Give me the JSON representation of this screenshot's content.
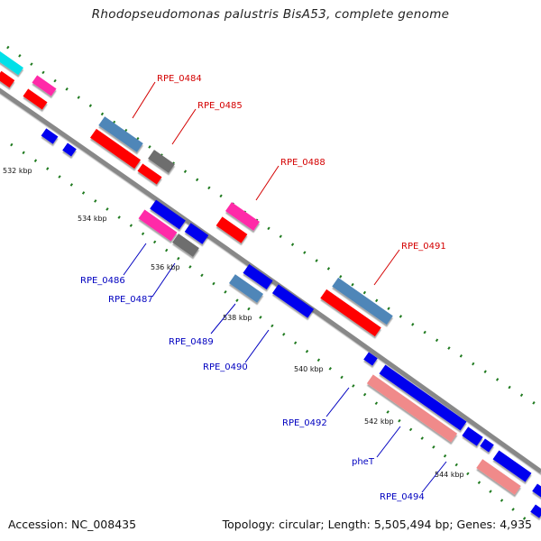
{
  "title": "Rhodopseudomonas palustris BisA53, complete genome",
  "footer": {
    "accession": "Accession: NC_008435",
    "summary": "Topology: circular; Length: 5,505,494 bp; Genes: 4,935"
  },
  "colors": {
    "backbone": "#8f8f8f",
    "tick": "#1f7a1f",
    "label_forward": "#d40000",
    "label_reverse": "#0000c0",
    "red": "#ff0000",
    "blue": "#0000ee",
    "steelblue": "#4f86b8",
    "pink": "#ff2ca8",
    "gray": "#6e6e6e",
    "salmon": "#f08a8a",
    "cyan": "#00e0e8"
  },
  "scale_labels": [
    "532 kbp",
    "534 kbp",
    "536 kbp",
    "538 kbp",
    "540 kbp",
    "542 kbp",
    "544 kbp"
  ],
  "forward_labels": [
    "RPE_0484",
    "RPE_0485",
    "RPE_0488",
    "RPE_0491"
  ],
  "reverse_labels": [
    "RPE_0486",
    "RPE_0487",
    "RPE_0489",
    "RPE_0490",
    "RPE_0492",
    "pheT",
    "RPE_0494"
  ]
}
